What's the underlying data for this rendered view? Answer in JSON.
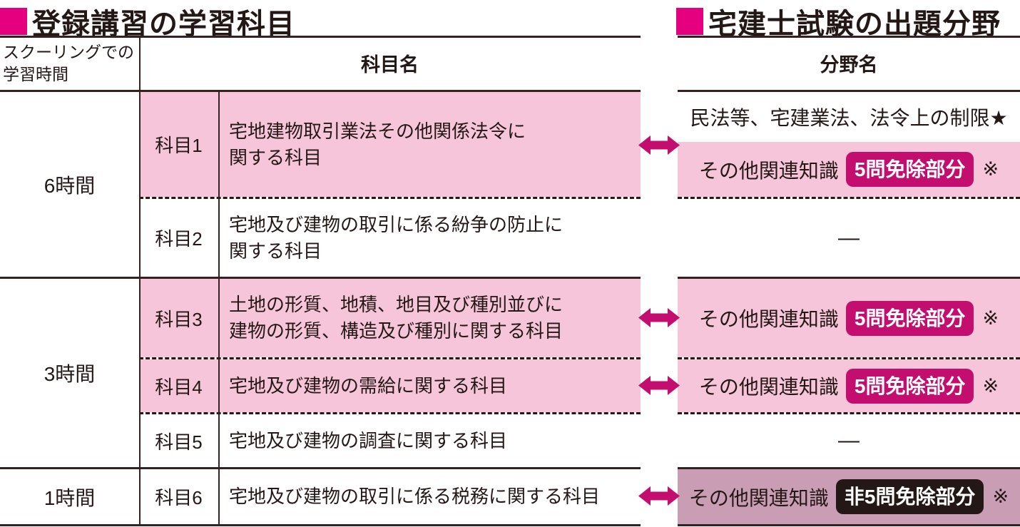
{
  "left_table": {
    "title": "登録講習の学習科目",
    "header": {
      "time_line1": "スクーリングでの",
      "time_line2": "学習時間",
      "subject": "科目名"
    },
    "time_groups": [
      {
        "label": "6時間"
      },
      {
        "label": "3時間"
      },
      {
        "label": "1時間"
      }
    ],
    "rows": [
      {
        "label": "科目1",
        "line1": "宅地建物取引業法その他関係法令に",
        "line2": "関する科目"
      },
      {
        "label": "科目2",
        "line1": "宅地及び建物の取引に係る紛争の防止に",
        "line2": "関する科目"
      },
      {
        "label": "科目3",
        "line1": "土地の形質、地積、地目及び種別並びに",
        "line2": "建物の形質、構造及び種別に関する科目"
      },
      {
        "label": "科目4",
        "line1": "宅地及び建物の需給に関する科目",
        "line2": ""
      },
      {
        "label": "科目5",
        "line1": "宅地及び建物の調査に関する科目",
        "line2": ""
      },
      {
        "label": "科目6",
        "line1": "宅地及び建物の取引に係る税務に関する科目",
        "line2": ""
      }
    ]
  },
  "right_table": {
    "title": "宅建士試験の出題分野",
    "header": "分野名",
    "cells": {
      "row1_top": "民法等、宅建業法、法令上の制限★",
      "related_prefix": "その他関連知識",
      "badge_exempt": "5問免除部分",
      "badge_non_exempt": "非5問免除部分",
      "note_mark": "※",
      "dash": "—"
    }
  },
  "colors": {
    "accent_magenta": "#e4007f",
    "row_pink": "#f6c5d9",
    "row_mauve": "#c99db4",
    "badge_magenta": "#c30e6f",
    "badge_black": "#231815",
    "arrow_magenta": "#c30e6f",
    "rule_line": "#35211f",
    "text": "#231815"
  }
}
